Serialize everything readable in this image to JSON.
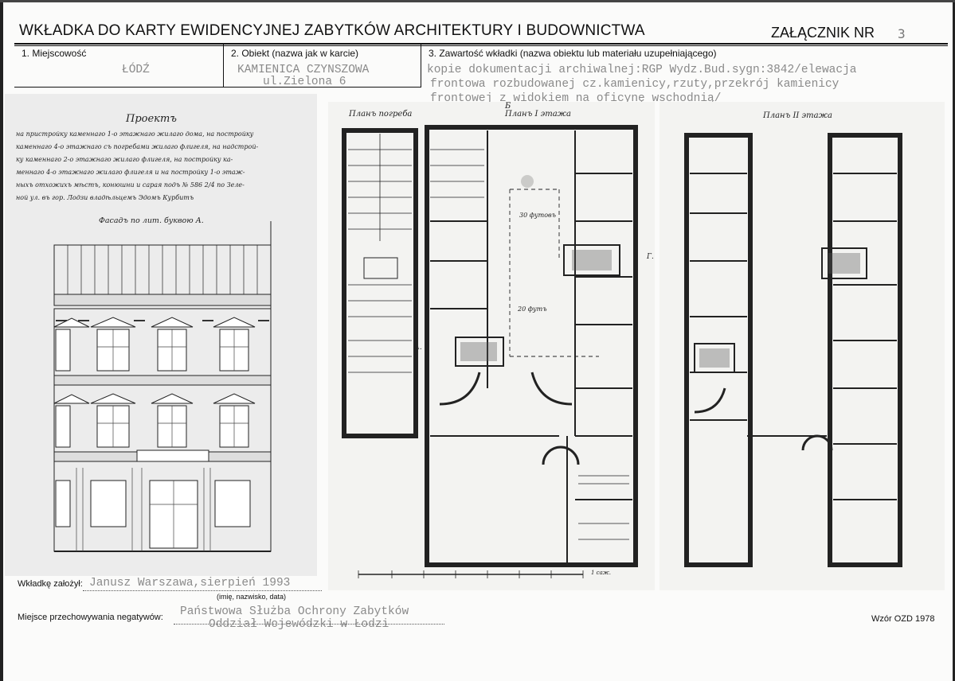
{
  "header": {
    "title": "WKŁADKA DO KARTY EWIDENCYJNEJ ZABYTKÓW ARCHITEKTURY I BUDOWNICTWA",
    "attachment_label": "ZAŁĄCZNIK NR",
    "attachment_number": "3"
  },
  "fields": {
    "locality_label": "1. Miejscowość",
    "locality_value": "ŁÓDŹ",
    "object_label": "2. Obiekt (nazwa jak w karcie)",
    "object_value_1": "KAMIENICA CZYNSZOWA",
    "object_value_2": "ul.Zielona 6",
    "contents_label": "3. Zawartość wkładki (nazwa obiektu lub materiału uzupełniającego)",
    "contents_line_1": "kopie dokumentacji archiwalnej:RGP Wydz.Bud.sygn:3842/elewacja",
    "contents_line_2": "frontowa rozbudowanej cz.kamienicy,rzuty,przekrój kamienicy",
    "contents_line_3": "frontowej z widokiem na oficynę wschodnią/"
  },
  "drawings": {
    "facade_sheet": {
      "heading": "Проектъ",
      "text_lines": [
        "на пристройку каменнаго 1-о этажнаго жилаго дома, на постройку",
        "каменнаго 4-о этажнаго съ погребами жилаго флигеля, на надстрой-",
        "ку каменнаго 2-о этажнаго жилаго флигеля, на постройку ка-",
        "меннаго 4-о этажнаго жилаго флигеля и на постройку 1-о этаж-",
        "ныхъ отхожихъ мѣстъ, конюшни и сарая подъ № 586 2/4 по Зеле-",
        "ной ул. въ гор. Лодзи владѣльцемъ Эдомъ Курбитъ"
      ],
      "facade_caption": "Фасадъ по лит. буквою А."
    },
    "plans": {
      "cellar": "Планъ погреба",
      "first_floor": "Планъ I этажа",
      "second_floor": "Планъ II этажа",
      "mark_b": "Б",
      "mark_a": "А.",
      "mark_g": "Г.",
      "dim_1": "30 футовъ",
      "dim_2": "20 футъ",
      "scale_caption": "1 саж."
    }
  },
  "footer": {
    "created_label": "Wkładkę założył:",
    "created_value": "Janusz Warszawa,sierpień 1993",
    "created_hint": "(imię, nazwisko, data)",
    "storage_label": "Miejsce przechowywania negatywów:",
    "storage_value_1": "Państwowa Służba Ochrony Zabytków",
    "storage_value_2": "Oddział Wojewódzki w Łodzi",
    "form_code": "Wzór OZD 1978"
  }
}
